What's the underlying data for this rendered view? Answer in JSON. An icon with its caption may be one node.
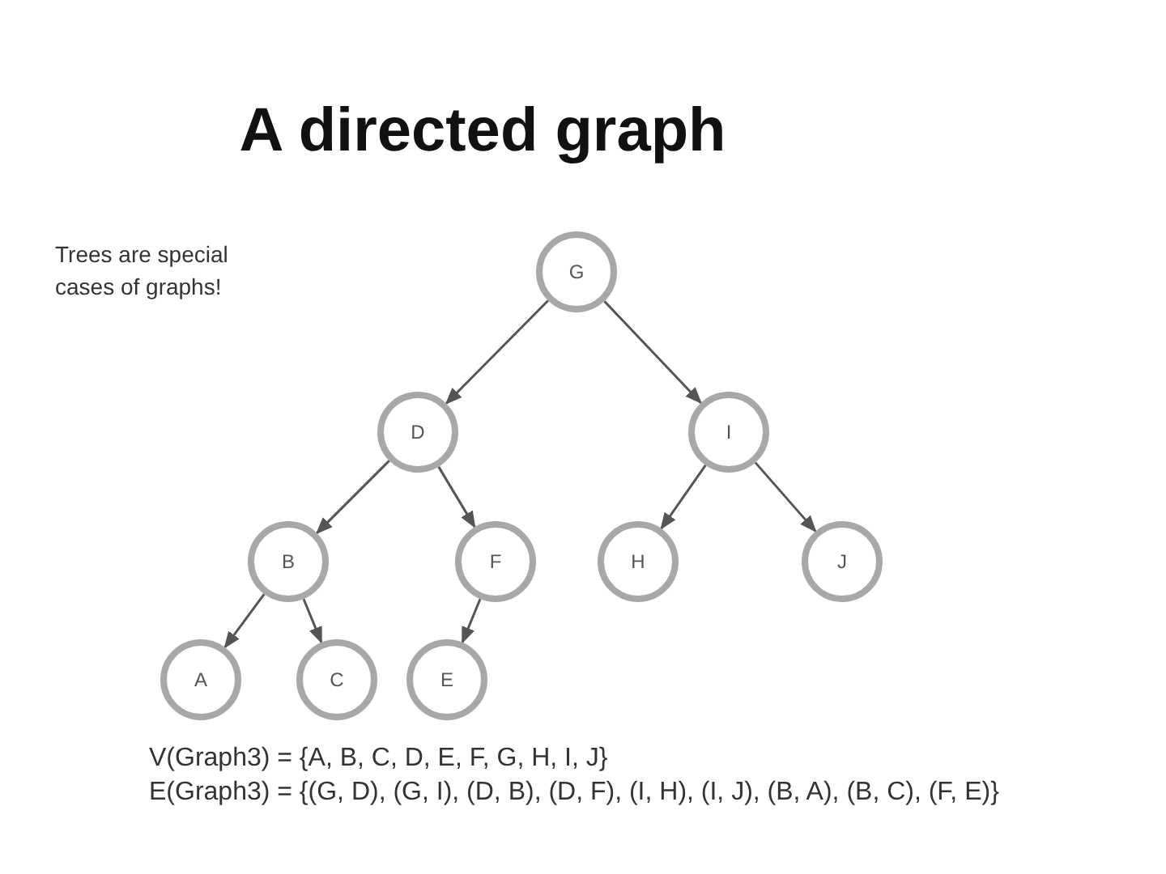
{
  "diagram": {
    "title": "A directed graph",
    "nodes": [
      {
        "text": [
          "G"
        ]
      },
      {
        "text": [
          "D"
        ]
      },
      {
        "text": [
          "I"
        ]
      },
      {
        "text": [
          "B"
        ]
      },
      {
        "text": [
          "F"
        ]
      },
      {
        "text": [
          "H"
        ]
      },
      {
        "text": [
          "J"
        ]
      },
      {
        "text": [
          "A"
        ]
      },
      {
        "text": [
          "C"
        ]
      },
      {
        "text": [
          "E"
        ]
      }
    ],
    "edges": [
      {
        "from": 0,
        "to": 1,
        "arrow": "to"
      },
      {
        "from": 0,
        "to": 2,
        "arrow": "to"
      },
      {
        "from": 1,
        "to": 3,
        "arrow": "to"
      },
      {
        "from": 1,
        "to": 4,
        "arrow": "to"
      },
      {
        "from": 2,
        "to": 5,
        "arrow": "to"
      },
      {
        "from": 2,
        "to": 6,
        "arrow": "to"
      },
      {
        "from": 3,
        "to": 7,
        "arrow": "to"
      },
      {
        "from": 3,
        "to": 8,
        "arrow": "to"
      },
      {
        "from": 4,
        "to": 9,
        "arrow": "to"
      }
    ],
    "labels": [
      "Trees are special cases of graphs!",
      "V(Graph3) = {A, B, C, D, E, F, G, H, I, J}",
      "E(Graph3) = {(G, D), (G, I), (D, B), (D, F), (I, H), (I, J), (B, A), (B, C), (F, E)}"
    ]
  }
}
